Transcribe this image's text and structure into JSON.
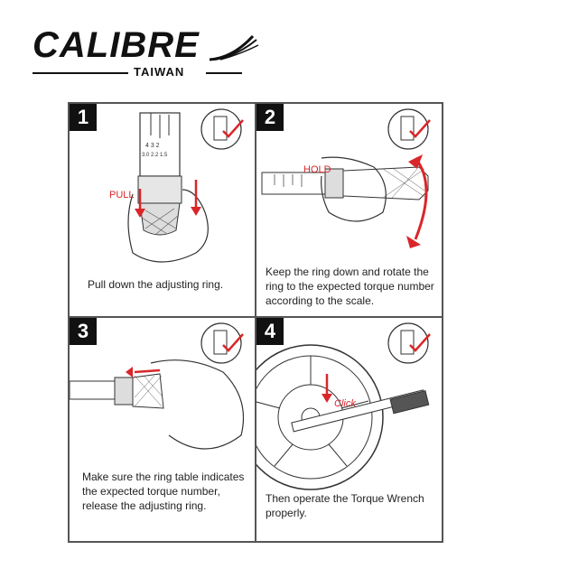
{
  "brand": {
    "name": "CALIBRE",
    "sub": "TAIWAN"
  },
  "steps": [
    {
      "num": "1",
      "label": "PULL",
      "caption": "Pull down the adjusting ring.",
      "scale_top": "4  3  2",
      "scale_bottom": "3.0  2.2  1.5"
    },
    {
      "num": "2",
      "label": "HOLD",
      "caption": "Keep the ring down and rotate the ring to the expected torque number according to the scale."
    },
    {
      "num": "3",
      "caption": "Make sure the ring table indicates the expected torque number, release the adjusting ring."
    },
    {
      "num": "4",
      "label": "Click",
      "caption": "Then operate the Torque Wrench properly."
    }
  ],
  "colors": {
    "accent": "#d9262a",
    "ink": "#111111"
  }
}
